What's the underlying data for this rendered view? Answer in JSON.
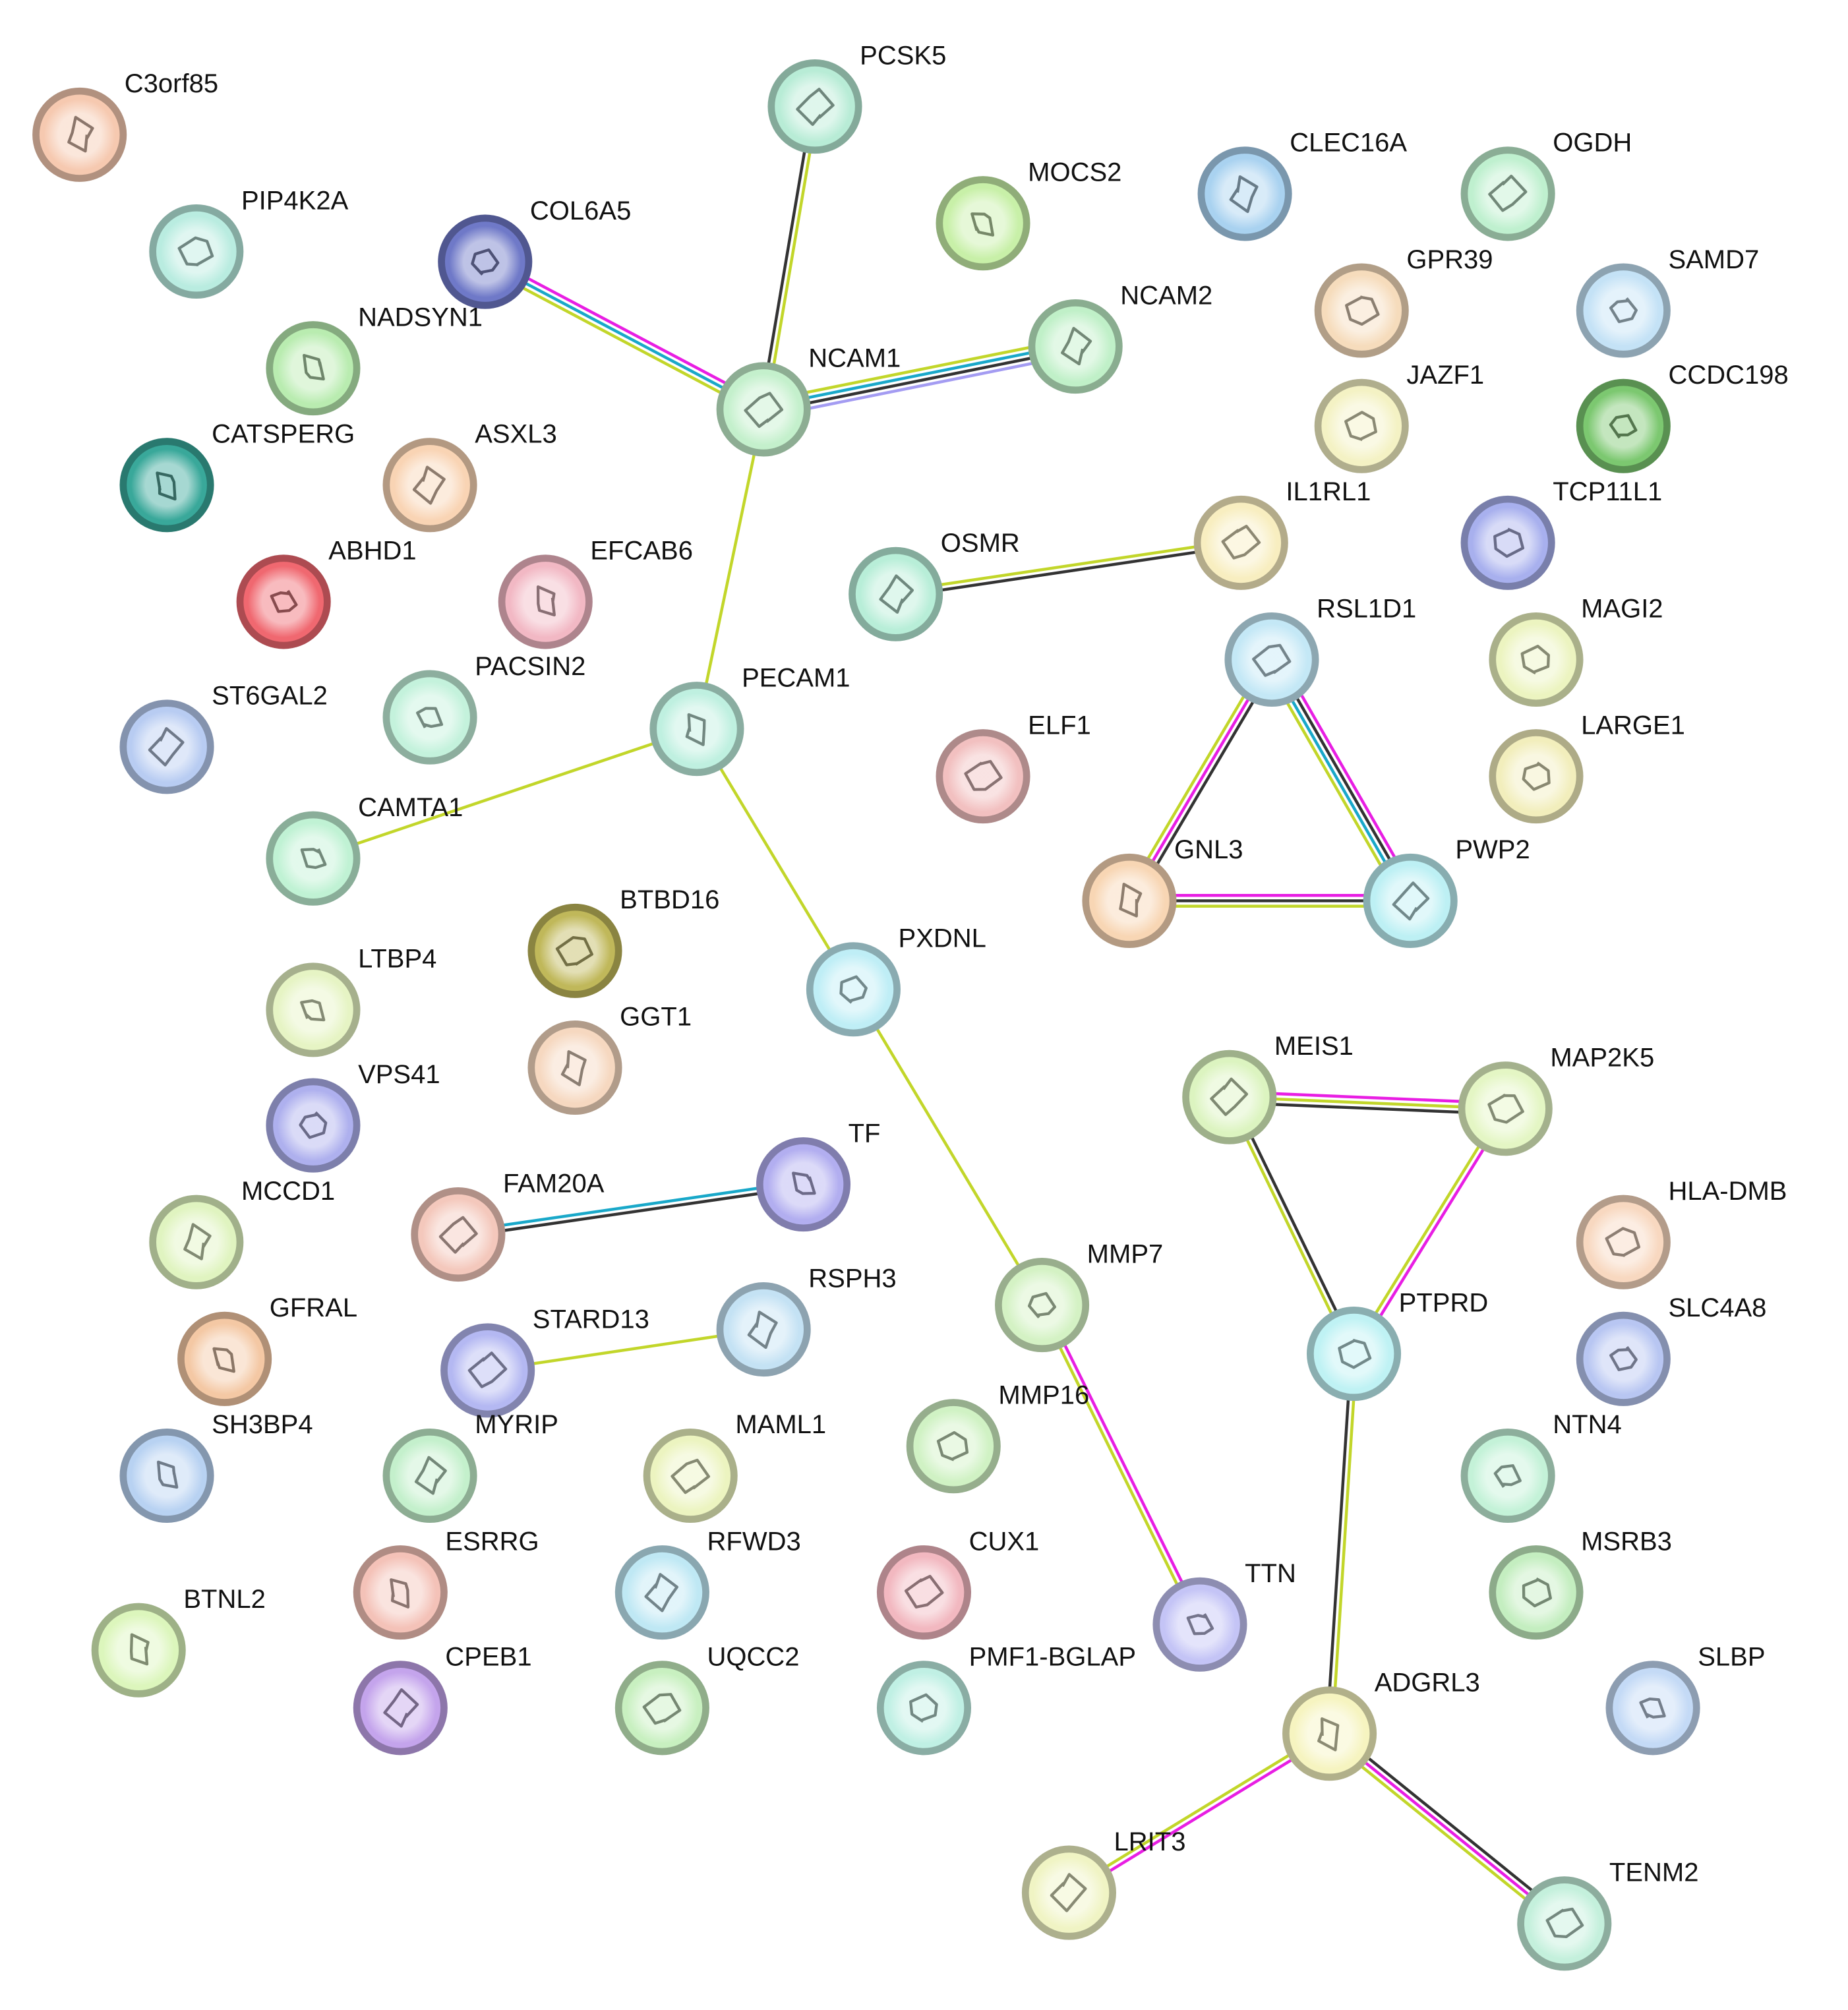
{
  "colors": {
    "textmining": "#c2d62a",
    "coexpression": "#333333",
    "database": "#19a8c9",
    "experiments": "#e81ee3",
    "homology": "#a49cf2"
  },
  "nodes": [
    {
      "id": "C3orf85",
      "label": "C3orf85",
      "color": "#f6c9b0"
    },
    {
      "id": "PCSK5",
      "label": "PCSK5",
      "color": "#b8ecd6"
    },
    {
      "id": "PIP4K2A",
      "label": "PIP4K2A",
      "color": "#b9ece0"
    },
    {
      "id": "COL6A5",
      "label": "COL6A5",
      "color": "#6f79c8"
    },
    {
      "id": "MOCS2",
      "label": "MOCS2",
      "color": "#c8f0a8"
    },
    {
      "id": "CLEC16A",
      "label": "CLEC16A",
      "color": "#a9d2f0"
    },
    {
      "id": "OGDH",
      "label": "OGDH",
      "color": "#bff0cf"
    },
    {
      "id": "GPR39",
      "label": "GPR39",
      "color": "#f6dcbc"
    },
    {
      "id": "SAMD7",
      "label": "SAMD7",
      "color": "#c4e2f6"
    },
    {
      "id": "NADSYN1",
      "label": "NADSYN1",
      "color": "#b9ecb0"
    },
    {
      "id": "NCAM2",
      "label": "NCAM2",
      "color": "#c0f0c8"
    },
    {
      "id": "NCAM1",
      "label": "NCAM1",
      "color": "#c4f0cc"
    },
    {
      "id": "JAZF1",
      "label": "JAZF1",
      "color": "#f4f2c4"
    },
    {
      "id": "CCDC198",
      "label": "CCDC198",
      "color": "#7cc870"
    },
    {
      "id": "CATSPERG",
      "label": "CATSPERG",
      "color": "#39a89a"
    },
    {
      "id": "ASXL3",
      "label": "ASXL3",
      "color": "#f9d4b4"
    },
    {
      "id": "IL1RL1",
      "label": "IL1RL1",
      "color": "#f8eec0"
    },
    {
      "id": "TCP11L1",
      "label": "TCP11L1",
      "color": "#a8b0ee"
    },
    {
      "id": "ABHD1",
      "label": "ABHD1",
      "color": "#f06870"
    },
    {
      "id": "EFCAB6",
      "label": "EFCAB6",
      "color": "#f2b8c4"
    },
    {
      "id": "OSMR",
      "label": "OSMR",
      "color": "#b8eed8"
    },
    {
      "id": "RSL1D1",
      "label": "RSL1D1",
      "color": "#c4e8f6"
    },
    {
      "id": "MAGI2",
      "label": "MAGI2",
      "color": "#ecf4c0"
    },
    {
      "id": "PACSIN2",
      "label": "PACSIN2",
      "color": "#c4f2dc"
    },
    {
      "id": "PECAM1",
      "label": "PECAM1",
      "color": "#bff0e0"
    },
    {
      "id": "ST6GAL2",
      "label": "ST6GAL2",
      "color": "#b8ccf2"
    },
    {
      "id": "ELF1",
      "label": "ELF1",
      "color": "#f2c0c0"
    },
    {
      "id": "LARGE1",
      "label": "LARGE1",
      "color": "#f2eebc"
    },
    {
      "id": "CAMTA1",
      "label": "CAMTA1",
      "color": "#c0f2d4"
    },
    {
      "id": "GNL3",
      "label": "GNL3",
      "color": "#f8d6b4"
    },
    {
      "id": "PWP2",
      "label": "PWP2",
      "color": "#bdf0f4"
    },
    {
      "id": "BTBD16",
      "label": "BTBD16",
      "color": "#c0b85a"
    },
    {
      "id": "PXDNL",
      "label": "PXDNL",
      "color": "#bfeef6"
    },
    {
      "id": "LTBP4",
      "label": "LTBP4",
      "color": "#e6f4c4"
    },
    {
      "id": "GGT1",
      "label": "GGT1",
      "color": "#f6d8c0"
    },
    {
      "id": "MEIS1",
      "label": "MEIS1",
      "color": "#dcf4c0"
    },
    {
      "id": "MAP2K5",
      "label": "MAP2K5",
      "color": "#e4f6c4"
    },
    {
      "id": "VPS41",
      "label": "VPS41",
      "color": "#aeb0ee"
    },
    {
      "id": "TF",
      "label": "TF",
      "color": "#b2aef0"
    },
    {
      "id": "MCCD1",
      "label": "MCCD1",
      "color": "#e0f4c0"
    },
    {
      "id": "FAM20A",
      "label": "FAM20A",
      "color": "#f4c8bc"
    },
    {
      "id": "HLA-DMB",
      "label": "HLA-DMB",
      "color": "#f8d8c0"
    },
    {
      "id": "MMP7",
      "label": "MMP7",
      "color": "#d4f2c4"
    },
    {
      "id": "GFRAL",
      "label": "GFRAL",
      "color": "#f4c8a4"
    },
    {
      "id": "RSPH3",
      "label": "RSPH3",
      "color": "#c4e2f4"
    },
    {
      "id": "STARD13",
      "label": "STARD13",
      "color": "#b4b8f2"
    },
    {
      "id": "PTPRD",
      "label": "PTPRD",
      "color": "#bff2f4"
    },
    {
      "id": "SLC4A8",
      "label": "SLC4A8",
      "color": "#b8c6f2"
    },
    {
      "id": "SH3BP4",
      "label": "SH3BP4",
      "color": "#b8d2f2"
    },
    {
      "id": "MYRIP",
      "label": "MYRIP",
      "color": "#c4f0cc"
    },
    {
      "id": "MAML1",
      "label": "MAML1",
      "color": "#ecf4c0"
    },
    {
      "id": "MMP16",
      "label": "MMP16",
      "color": "#d0f2c4"
    },
    {
      "id": "NTN4",
      "label": "NTN4",
      "color": "#c4f2d8"
    },
    {
      "id": "ESRRG",
      "label": "ESRRG",
      "color": "#f4c2b8"
    },
    {
      "id": "RFWD3",
      "label": "RFWD3",
      "color": "#bfe8f4"
    },
    {
      "id": "CUX1",
      "label": "CUX1",
      "color": "#f2b8c0"
    },
    {
      "id": "MSRB3",
      "label": "MSRB3",
      "color": "#c4eec0"
    },
    {
      "id": "TTN",
      "label": "TTN",
      "color": "#c4c4f6"
    },
    {
      "id": "BTNL2",
      "label": "BTNL2",
      "color": "#dcf6bc"
    },
    {
      "id": "CPEB1",
      "label": "CPEB1",
      "color": "#c4a4ec"
    },
    {
      "id": "UQCC2",
      "label": "UQCC2",
      "color": "#c8f0c0"
    },
    {
      "id": "PMF1-BGLAP",
      "label": "PMF1-BGLAP",
      "color": "#c0f0e4"
    },
    {
      "id": "SLBP",
      "label": "SLBP",
      "color": "#c4daf6"
    },
    {
      "id": "ADGRL3",
      "label": "ADGRL3",
      "color": "#f6f4c0"
    },
    {
      "id": "LRIT3",
      "label": "LRIT3",
      "color": "#f0f4c4"
    },
    {
      "id": "TENM2",
      "label": "TENM2",
      "color": "#c4f0dc"
    }
  ],
  "edges": [
    {
      "from": "PCSK5",
      "to": "NCAM1",
      "evidence": [
        "textmining",
        "coexpression"
      ]
    },
    {
      "from": "COL6A5",
      "to": "NCAM1",
      "evidence": [
        "experiments",
        "database",
        "textmining"
      ]
    },
    {
      "from": "NCAM1",
      "to": "NCAM2",
      "evidence": [
        "textmining",
        "database",
        "coexpression",
        "homology"
      ]
    },
    {
      "from": "NCAM1",
      "to": "PECAM1",
      "evidence": [
        "textmining"
      ]
    },
    {
      "from": "OSMR",
      "to": "IL1RL1",
      "evidence": [
        "textmining",
        "coexpression"
      ]
    },
    {
      "from": "PECAM1",
      "to": "CAMTA1",
      "evidence": [
        "textmining"
      ]
    },
    {
      "from": "PECAM1",
      "to": "PXDNL",
      "evidence": [
        "textmining"
      ]
    },
    {
      "from": "RSL1D1",
      "to": "GNL3",
      "evidence": [
        "coexpression",
        "experiments",
        "textmining"
      ]
    },
    {
      "from": "RSL1D1",
      "to": "PWP2",
      "evidence": [
        "experiments",
        "coexpression",
        "database",
        "textmining"
      ]
    },
    {
      "from": "GNL3",
      "to": "PWP2",
      "evidence": [
        "experiments",
        "coexpression",
        "textmining"
      ]
    },
    {
      "from": "PXDNL",
      "to": "MMP7",
      "evidence": [
        "textmining"
      ]
    },
    {
      "from": "FAM20A",
      "to": "TF",
      "evidence": [
        "database",
        "coexpression"
      ]
    },
    {
      "from": "STARD13",
      "to": "RSPH3",
      "evidence": [
        "textmining"
      ]
    },
    {
      "from": "MEIS1",
      "to": "MAP2K5",
      "evidence": [
        "experiments",
        "textmining",
        "coexpression"
      ]
    },
    {
      "from": "MEIS1",
      "to": "PTPRD",
      "evidence": [
        "coexpression",
        "textmining"
      ]
    },
    {
      "from": "MAP2K5",
      "to": "PTPRD",
      "evidence": [
        "experiments",
        "textmining"
      ]
    },
    {
      "from": "MMP7",
      "to": "TTN",
      "evidence": [
        "experiments",
        "textmining"
      ]
    },
    {
      "from": "PTPRD",
      "to": "ADGRL3",
      "evidence": [
        "textmining",
        "coexpression"
      ]
    },
    {
      "from": "ADGRL3",
      "to": "LRIT3",
      "evidence": [
        "experiments",
        "textmining"
      ]
    },
    {
      "from": "ADGRL3",
      "to": "TENM2",
      "evidence": [
        "coexpression",
        "experiments",
        "textmining"
      ]
    }
  ]
}
